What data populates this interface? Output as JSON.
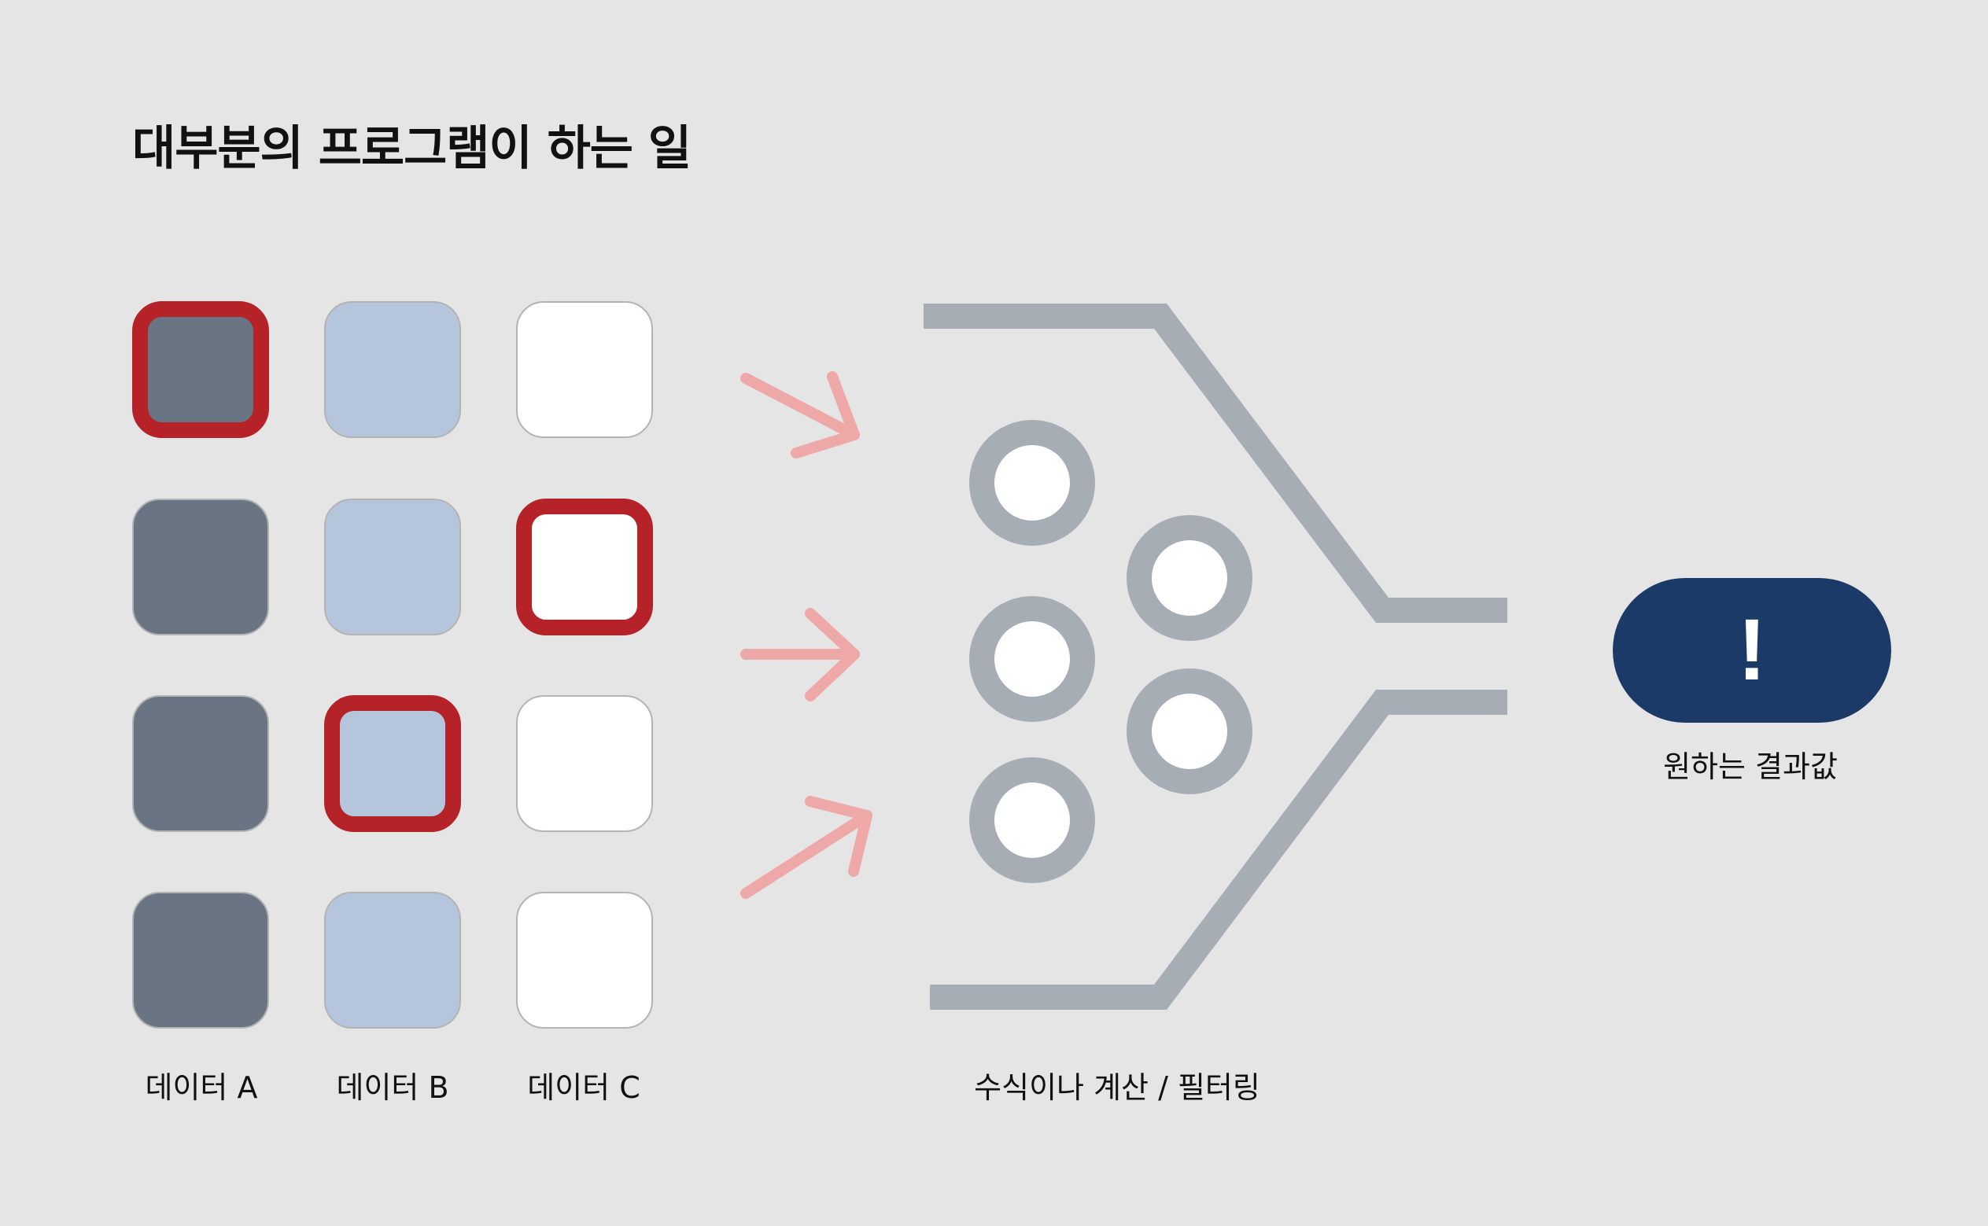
{
  "title": "대부분의 프로그램이 하는 일",
  "columns": [
    {
      "label": "데이터 A",
      "fill": "#6a7584",
      "selected_rows": [
        0
      ]
    },
    {
      "label": "데이터 B",
      "fill": "#b5c6dc",
      "selected_rows": [
        2
      ]
    },
    {
      "label": "데이터 C",
      "fill": "#ffffff",
      "selected_rows": [
        1
      ]
    }
  ],
  "process_label": "수식이나 계산 / 필터링",
  "result": {
    "symbol": "!",
    "label": "원하는 결과값"
  },
  "colors": {
    "background": "#e5e5e5",
    "highlight_border": "#b52227",
    "arrow": "#efa8a8",
    "funnel": "#a7adb4",
    "result_fill": "#1b3a67"
  },
  "icons": [
    "arrow-icon",
    "funnel-icon",
    "filter-circle-icon",
    "exclamation-icon"
  ]
}
